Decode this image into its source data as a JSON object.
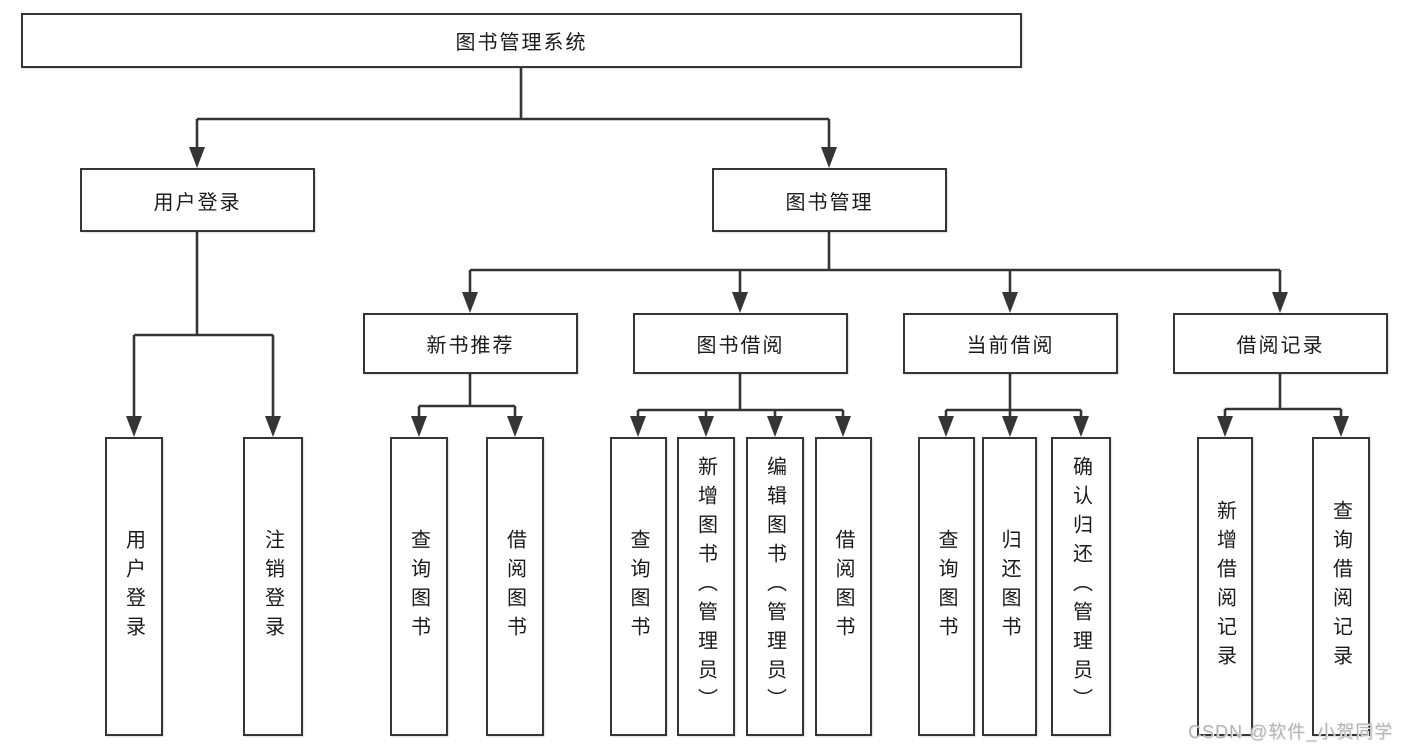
{
  "diagram": {
    "root": {
      "label": "图书管理系统"
    },
    "level2": [
      {
        "label": "用户登录",
        "children": [
          {
            "label": "用户登录"
          },
          {
            "label": "注销登录"
          }
        ]
      },
      {
        "label": "图书管理",
        "children": [
          {
            "label": "新书推荐",
            "children": [
              {
                "label": "查询图书"
              },
              {
                "label": "借阅图书"
              }
            ]
          },
          {
            "label": "图书借阅",
            "children": [
              {
                "label": "查询图书"
              },
              {
                "label": "新增图书（管理员）"
              },
              {
                "label": "编辑图书（管理员）"
              },
              {
                "label": "借阅图书"
              }
            ]
          },
          {
            "label": "当前借阅",
            "children": [
              {
                "label": "查询图书"
              },
              {
                "label": "归还图书"
              },
              {
                "label": "确认归还（管理员）"
              }
            ]
          },
          {
            "label": "借阅记录",
            "children": [
              {
                "label": "新增借阅记录"
              },
              {
                "label": "查询借阅记录"
              }
            ]
          }
        ]
      }
    ],
    "watermark": "CSDN @软件_小贺同学"
  },
  "colors": {
    "line": "#353535",
    "text": "#1a1a1a",
    "background": "#ffffff",
    "watermark": "#b5b5b5"
  }
}
